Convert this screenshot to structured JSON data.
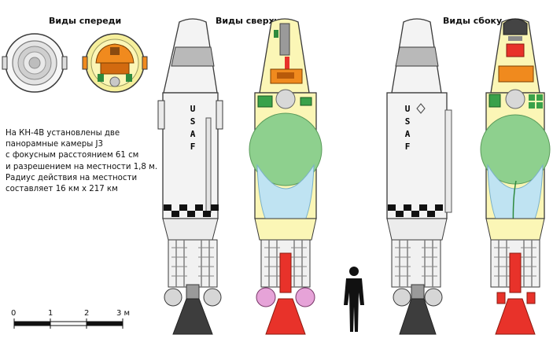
{
  "headings": {
    "front": "Виды спереди",
    "top": "Виды сверху",
    "side": "Виды сбоку"
  },
  "description": {
    "lines": [
      "На КН-4В установлены две",
      "панорамные камеры J3",
      "с фокусным расстоянием 61 см",
      "и разрешением на местности 1,8 м.",
      "Радиус действия на местности",
      "составляет 16 км x 217 км"
    ]
  },
  "vehicle_marking": {
    "letters": [
      "U",
      "S",
      "A",
      "F"
    ]
  },
  "scale_bar": {
    "labels": [
      "0",
      "1",
      "2",
      "3 м"
    ]
  },
  "colors": {
    "body_white": "#f3f3f3",
    "outline": "#3a3a3a",
    "nose_grey": "#b9b9b9",
    "cutaway_yellow": "#fbf6b6",
    "tank_green": "#8ed08e",
    "tank_blue": "#bfe3f2",
    "engine_red": "#e8322a",
    "sphere_pink": "#e6a3d8",
    "nozzle_dark": "#3d3d3d",
    "orange_equipment": "#f08a1e",
    "green_equipment": "#3aa14a"
  }
}
